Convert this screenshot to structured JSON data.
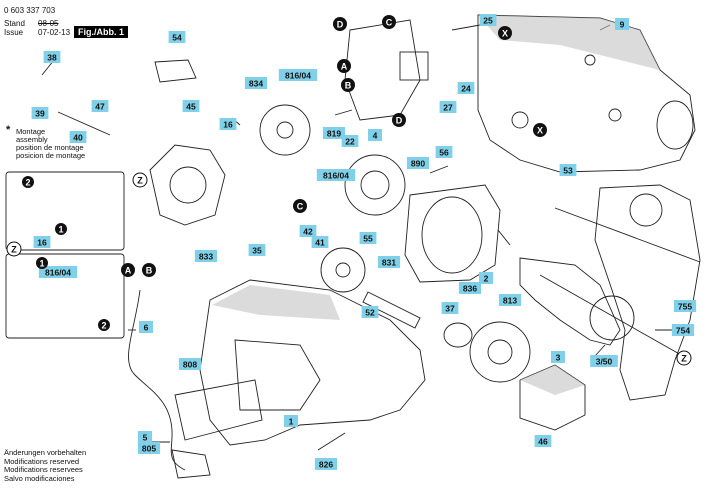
{
  "header": {
    "part_number": "0 603 337 703",
    "stand_label": "Stand",
    "stand_value": "08-05",
    "issue_label": "Issue",
    "issue_value": "07-02-13",
    "figure_label": "Fig./Abb. 1"
  },
  "montage_note": {
    "star": "*",
    "lines": [
      "Montage",
      "assembly",
      "position de montage",
      "posicion de montage"
    ]
  },
  "footer_notes": [
    "Änderungen vorbehalten",
    "Modifications reserved",
    "Modifications reservees",
    "Salvo modificaciones"
  ],
  "part_labels": [
    "38",
    "39",
    "40",
    "47",
    "54",
    "834",
    "816/04",
    "45",
    "16",
    "25",
    "9",
    "27",
    "24",
    "819",
    "22",
    "4",
    "890",
    "56",
    "816/04",
    "53",
    "16",
    "42",
    "41",
    "833",
    "35",
    "55",
    "831",
    "2",
    "836",
    "813",
    "37",
    "52",
    "755",
    "754",
    "3/50",
    "3",
    "6",
    "808",
    "1",
    "5",
    "805",
    "826",
    "46",
    "816/04"
  ],
  "letter_markers": [
    "D",
    "C",
    "A",
    "B",
    "D",
    "X",
    "X",
    "Z",
    "Z",
    "C",
    "A",
    "B",
    "Z"
  ],
  "inset_markers": [
    "2",
    "1",
    "1",
    "2"
  ],
  "colors": {
    "label_fill": "#7fd0e8",
    "marker_fill": "#111111",
    "line": "#222222",
    "shade": "#bdbdbd"
  }
}
